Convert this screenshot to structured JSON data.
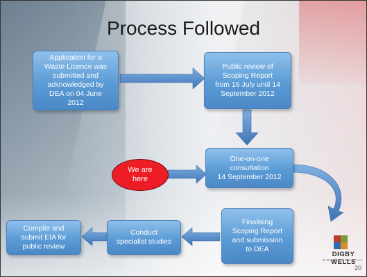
{
  "slide": {
    "title": "Process Followed",
    "page_number": "20"
  },
  "flow": {
    "steps": [
      "Application for a\nWaste Licence was\nsubmitted and\nacknowledged by\nDEA on 04 June\n2012",
      "Public review of\nScoping Report\nfrom 16 July until 14\nSeptember 2012",
      "One-on-one\nconsultation\n14 September 2012",
      "Finalising\nScoping Report\nand submission\nto DEA",
      "Conduct\nspecialist studies",
      "Compile and\nsubmit EIA for\npublic review"
    ],
    "marker": "We are\nhere"
  },
  "logo": {
    "name": "DIGBY WELLS",
    "tagline": "ENVIRONMENTAL"
  },
  "colors": {
    "box_fill": "#5b9bd5",
    "marker_fill": "#ee1c24",
    "arrow": "#4a7fc1"
  }
}
